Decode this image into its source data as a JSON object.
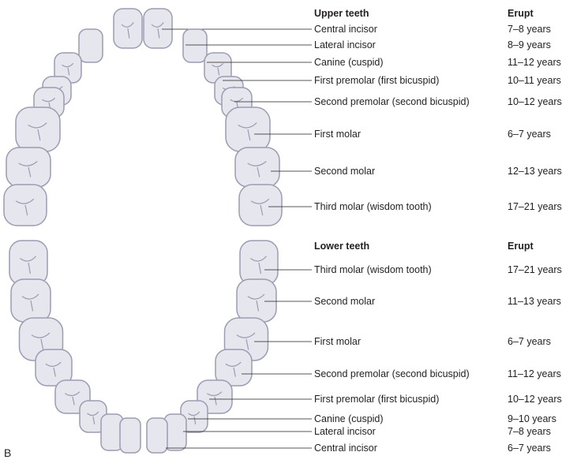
{
  "figure_label": "B",
  "upper": {
    "heading": "Upper teeth",
    "erupt_heading": "Erupt",
    "rows": [
      {
        "name": "Central incisor",
        "erupt": "7–8 years"
      },
      {
        "name": "Lateral incisor",
        "erupt": "8–9 years"
      },
      {
        "name": "Canine (cuspid)",
        "erupt": "11–12 years"
      },
      {
        "name": "First premolar (first bicuspid)",
        "erupt": "10–11 years"
      },
      {
        "name": "Second premolar (second bicuspid)",
        "erupt": "10–12 years"
      },
      {
        "name": "First molar",
        "erupt": "6–7 years"
      },
      {
        "name": "Second molar",
        "erupt": "12–13 years"
      },
      {
        "name": "Third molar (wisdom tooth)",
        "erupt": "17–21 years"
      }
    ]
  },
  "lower": {
    "heading": "Lower teeth",
    "erupt_heading": "Erupt",
    "rows": [
      {
        "name": "Third molar (wisdom tooth)",
        "erupt": "17–21 years"
      },
      {
        "name": "Second molar",
        "erupt": "11–13 years"
      },
      {
        "name": "First molar",
        "erupt": "6–7 years"
      },
      {
        "name": "Second premolar (second bicuspid)",
        "erupt": "11–12 years"
      },
      {
        "name": "First premolar (first bicuspid)",
        "erupt": "10–12 years"
      },
      {
        "name": "Canine (cuspid)",
        "erupt": "9–10 years"
      },
      {
        "name": "Lateral incisor",
        "erupt": "7–8 years"
      },
      {
        "name": "Central incisor",
        "erupt": "6–7 years"
      }
    ]
  },
  "colors": {
    "tooth_fill": "#e6e6ee",
    "tooth_stroke": "#9c9cb2",
    "line": "#231f20"
  }
}
